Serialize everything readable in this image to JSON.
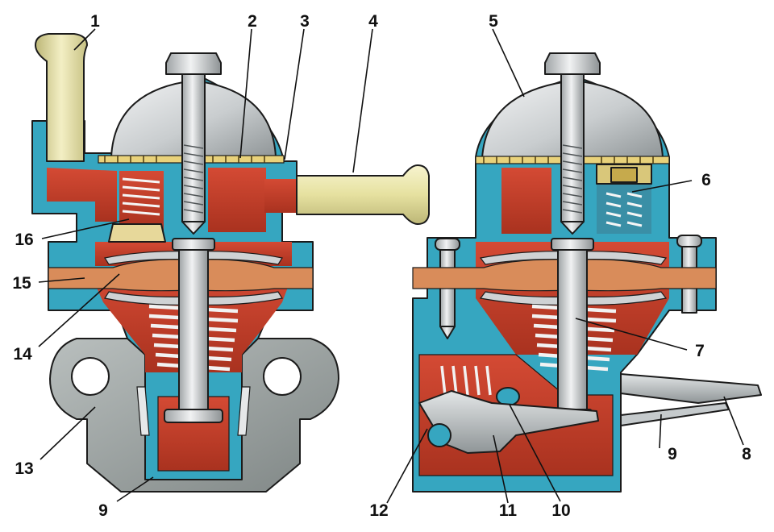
{
  "colors": {
    "body": "#36a6c0",
    "fuel": "#c8412e",
    "fuel_dark": "#9e2f20",
    "steel": "#cfd2d4",
    "steel_dark": "#8e9396",
    "mount": "#9aa1a0",
    "fitting": "#e8e4a8",
    "diaphragm": "#d98c5a",
    "brass": "#d2b45a"
  },
  "callouts": [
    {
      "id": "1",
      "text": "1"
    },
    {
      "id": "2",
      "text": "2"
    },
    {
      "id": "3",
      "text": "3"
    },
    {
      "id": "4",
      "text": "4"
    },
    {
      "id": "5",
      "text": "5"
    },
    {
      "id": "6",
      "text": "6"
    },
    {
      "id": "7",
      "text": "7"
    },
    {
      "id": "8",
      "text": "8"
    },
    {
      "id": "9a",
      "text": "9"
    },
    {
      "id": "9b",
      "text": "9"
    },
    {
      "id": "10",
      "text": "10"
    },
    {
      "id": "11",
      "text": "11"
    },
    {
      "id": "12",
      "text": "12"
    },
    {
      "id": "13",
      "text": "13"
    },
    {
      "id": "14",
      "text": "14"
    },
    {
      "id": "15",
      "text": "15"
    },
    {
      "id": "16",
      "text": "16"
    }
  ]
}
